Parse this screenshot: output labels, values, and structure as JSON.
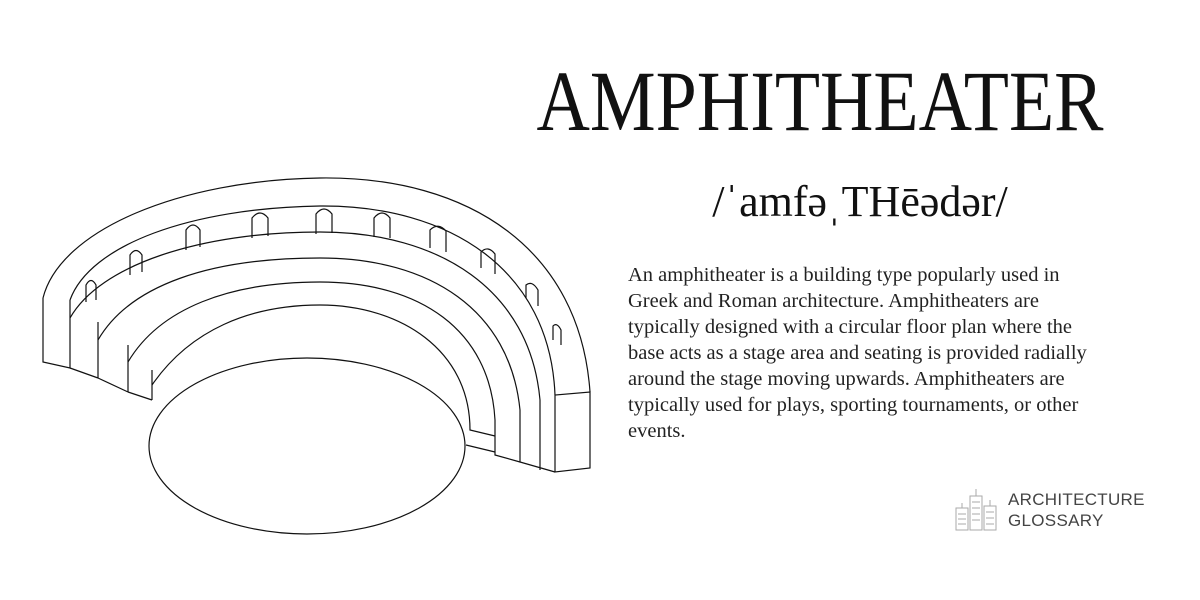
{
  "title": "AMPHITHEATER",
  "pronunciation": "/ˈamfəˌTHēədər/",
  "description": "An amphitheater is a building type popularly used in Greek and Roman architecture. Amphitheaters are typically designed with a circular floor plan where the base acts as a stage area and seating is provided radially around the stage moving upwards. Amphitheaters are typically used for plays, sporting tournaments, or other events.",
  "logo": {
    "line1": "ARCHITECTURE",
    "line2": "GLOSSARY"
  }
}
